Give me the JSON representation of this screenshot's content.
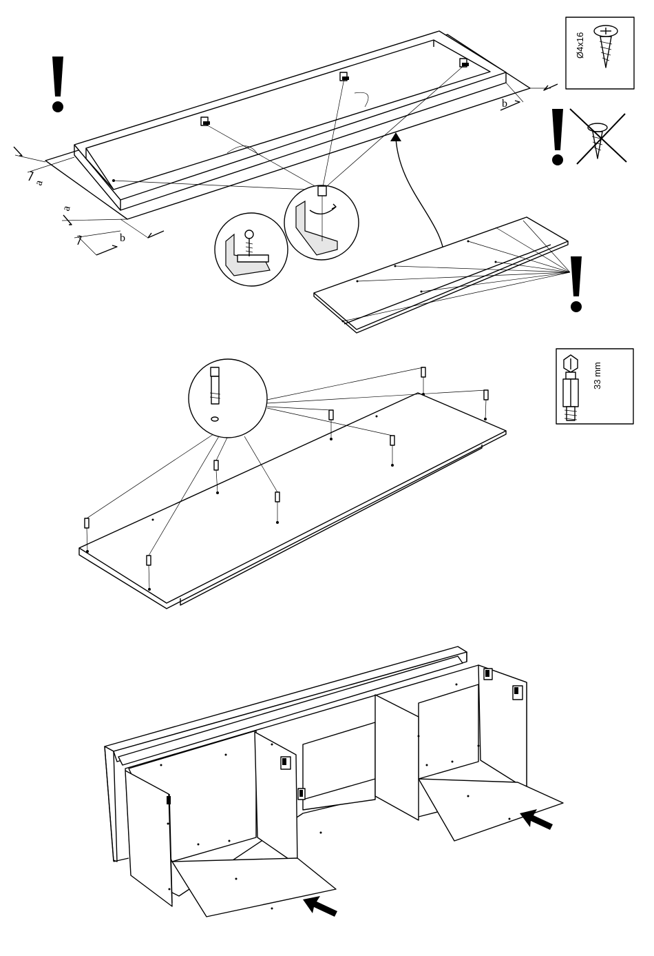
{
  "step1": {
    "dim_a_1": "a",
    "dim_a_2": "a",
    "dim_b_1": "b",
    "dim_b_2": "b"
  },
  "legend_screw": {
    "size": "Ø4x16"
  },
  "legend_dowel": {
    "length": "33 mm"
  },
  "warnings": [
    "!",
    "!",
    "!"
  ],
  "colors": {
    "line": "#000000",
    "background": "#ffffff",
    "panel_shade": "#e6e6e6"
  },
  "icons": [
    "warning-exclamation-icon",
    "screw-icon",
    "crossed-out-screw-icon",
    "cam-dowel-icon",
    "screwdriver-icon",
    "assembly-arrow-icon"
  ]
}
